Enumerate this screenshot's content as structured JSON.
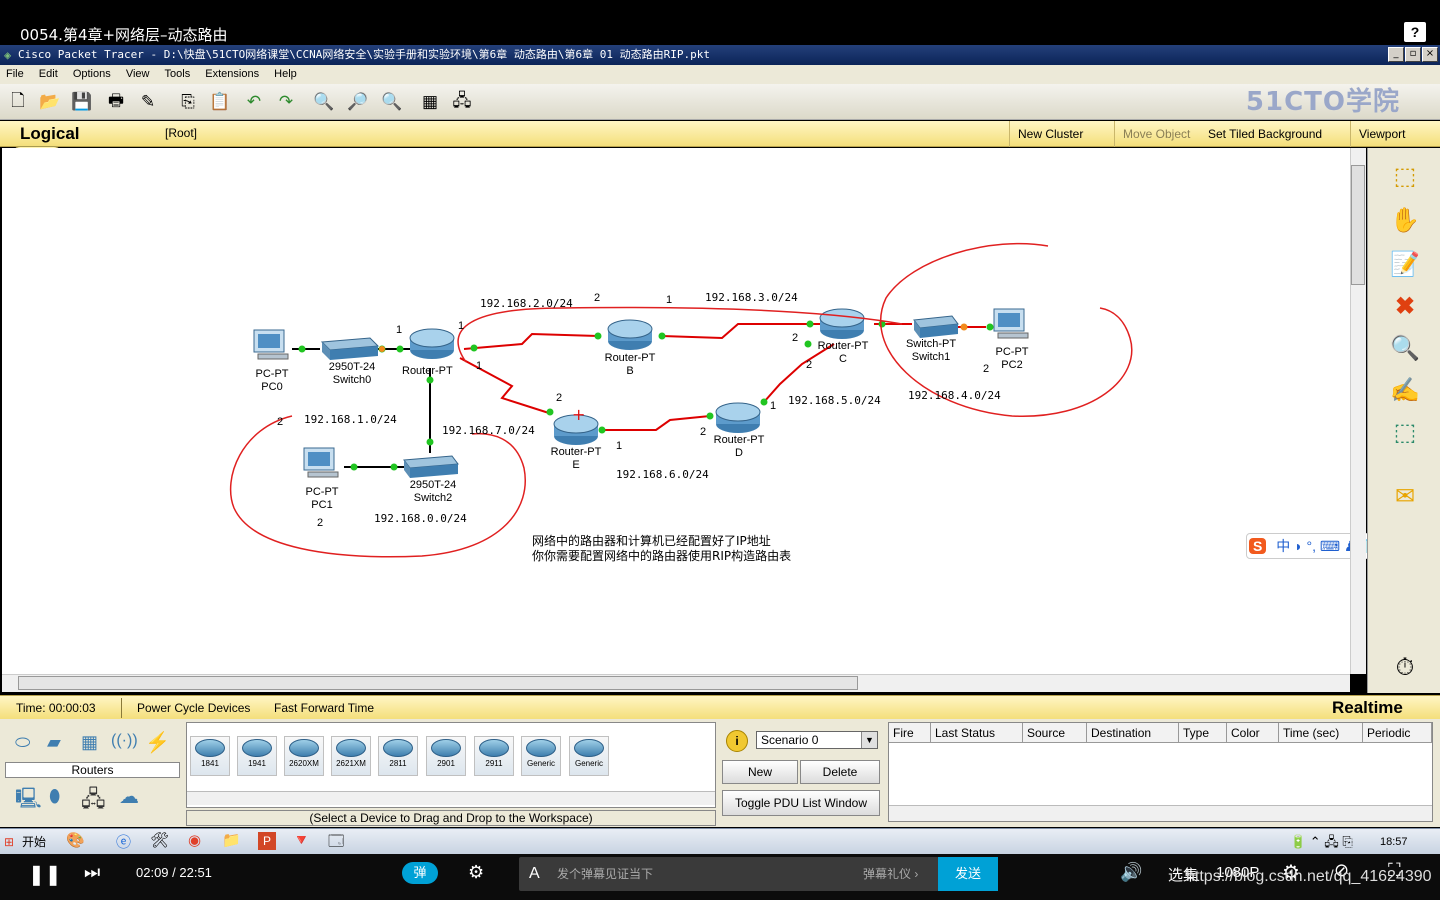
{
  "video": {
    "title": "0054.第4章+网络层–动态路由",
    "help": "?",
    "time": "02:09 / 22:51",
    "danmaku_badge": "弹",
    "danmaku_placeholder": "发个弹幕见证当下",
    "danmaku_etiquette": "弹幕礼仪 ›",
    "send": "发送",
    "select_episode": "选集",
    "quality": "1080P",
    "watermark": "https://blog.csdn.net/qq_41624390"
  },
  "app": {
    "title": "Cisco Packet Tracer - D:\\快盘\\51CTO网络课堂\\CCNA网络安全\\实验手册和实验环境\\第6章 动态路由\\第6章 01 动态路由RIP.pkt",
    "brand": "51CTO学院"
  },
  "menu": [
    "File",
    "Edit",
    "Options",
    "View",
    "Tools",
    "Extensions",
    "Help"
  ],
  "logical": {
    "title": "Logical",
    "root": "[Root]",
    "new_cluster": "New Cluster",
    "move_object": "Move Object",
    "set_background": "Set Tiled Background",
    "viewport": "Viewport"
  },
  "topology": {
    "devices": {
      "pc0": [
        "PC-PT",
        "PC0"
      ],
      "switch0": [
        "2950T-24",
        "Switch0"
      ],
      "routerA": [
        "Router-PT"
      ],
      "routerB": [
        "Router-PT",
        "B"
      ],
      "routerC": [
        "Router-PT",
        "C"
      ],
      "switch1": [
        "Switch-PT",
        "Switch1"
      ],
      "pc2": [
        "PC-PT",
        "PC2"
      ],
      "routerE": [
        "Router-PT",
        "E"
      ],
      "routerD": [
        "Router-PT",
        "D"
      ],
      "pc1": [
        "PC-PT",
        "PC1"
      ],
      "switch2": [
        "2950T-24",
        "Switch2"
      ]
    },
    "networks": {
      "n2": "192.168.2.0/24",
      "n3": "192.168.3.0/24",
      "n1": "192.168.1.0/24",
      "n7": "192.168.7.0/24",
      "n5": "192.168.5.0/24",
      "n4": "192.168.4.0/24",
      "n6": "192.168.6.0/24",
      "n0": "192.168.0.0/24"
    },
    "port_labels": [
      "1",
      "1",
      "2",
      "1",
      "2",
      "2",
      "2",
      "1",
      "2",
      "1",
      "2",
      "1",
      "2",
      "2"
    ],
    "note_line1": "网络中的路由器和计算机已经配置好了IP地址",
    "note_line2": "你你需要配置网络中的路由器使用RIP构造路由表"
  },
  "timebar": {
    "time": "Time: 00:00:03",
    "power_cycle": "Power Cycle Devices",
    "fast_forward": "Fast Forward Time",
    "mode": "Realtime"
  },
  "devices_panel": {
    "category": "Routers",
    "models": [
      "1841",
      "1941",
      "2620XM",
      "2621XM",
      "2811",
      "2901",
      "2911",
      "Generic",
      "Generic"
    ],
    "hint": "(Select a Device to Drag and Drop to the Workspace)"
  },
  "scenario": {
    "selected": "Scenario 0",
    "new": "New",
    "delete": "Delete",
    "toggle": "Toggle PDU List Window"
  },
  "pdu_columns": [
    "Fire",
    "Last Status",
    "Source",
    "Destination",
    "Type",
    "Color",
    "Time (sec)",
    "Periodic"
  ],
  "taskbar": {
    "start": "开始",
    "clock": "18:57"
  }
}
